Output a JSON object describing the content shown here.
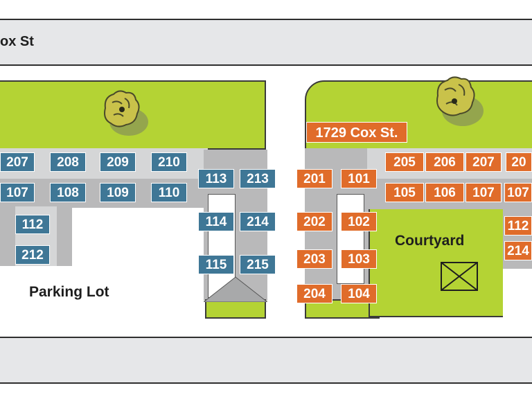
{
  "streets": {
    "top_label": "ox St"
  },
  "labels": {
    "address": "1729 Cox St.",
    "parking": "Parking Lot",
    "courtyard": "Courtyard"
  },
  "units_left": [
    {
      "id": "u207a",
      "label": "207"
    },
    {
      "id": "u208",
      "label": "208"
    },
    {
      "id": "u209",
      "label": "209"
    },
    {
      "id": "u210",
      "label": "210"
    },
    {
      "id": "u107a",
      "label": "107"
    },
    {
      "id": "u108",
      "label": "108"
    },
    {
      "id": "u109",
      "label": "109"
    },
    {
      "id": "u110",
      "label": "110"
    },
    {
      "id": "u112a",
      "label": "112"
    },
    {
      "id": "u212a",
      "label": "212"
    },
    {
      "id": "u113",
      "label": "113"
    },
    {
      "id": "u213",
      "label": "213"
    },
    {
      "id": "u114",
      "label": "114"
    },
    {
      "id": "u214a",
      "label": "214"
    },
    {
      "id": "u115",
      "label": "115"
    },
    {
      "id": "u215",
      "label": "215"
    }
  ],
  "units_right": [
    {
      "id": "u201",
      "label": "201"
    },
    {
      "id": "u101",
      "label": "101"
    },
    {
      "id": "u205",
      "label": "205"
    },
    {
      "id": "u206",
      "label": "206"
    },
    {
      "id": "u207b",
      "label": "207"
    },
    {
      "id": "u20x",
      "label": "20"
    },
    {
      "id": "u105",
      "label": "105"
    },
    {
      "id": "u106",
      "label": "106"
    },
    {
      "id": "u107b",
      "label": "107"
    },
    {
      "id": "u107c",
      "label": "107"
    },
    {
      "id": "u202",
      "label": "202"
    },
    {
      "id": "u102",
      "label": "102"
    },
    {
      "id": "u203",
      "label": "203"
    },
    {
      "id": "u103",
      "label": "103"
    },
    {
      "id": "u204",
      "label": "204"
    },
    {
      "id": "u104",
      "label": "104"
    },
    {
      "id": "u112b",
      "label": "112"
    },
    {
      "id": "u214b",
      "label": "214"
    }
  ],
  "colors": {
    "lawn": "#b4d334",
    "building": "#b9b9ba",
    "unit_blue": "#3f7796",
    "unit_orange": "#e06c2a",
    "street": "#e6e7e9"
  },
  "icons": {
    "tree": "tree-icon",
    "courtyard_feature": "courtyard-box-icon"
  }
}
